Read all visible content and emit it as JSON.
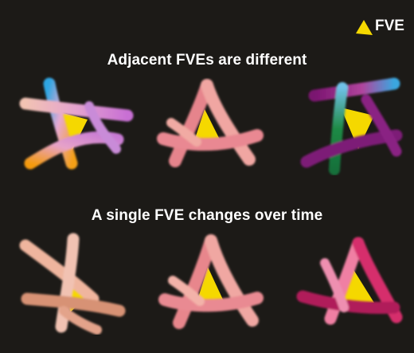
{
  "legend": {
    "label": "FVE",
    "icon": "yellow-triangle-icon",
    "color": "#f5d800"
  },
  "rows": [
    {
      "title": "Adjacent FVEs are different"
    },
    {
      "title": "A single FVE changes over time"
    }
  ],
  "colors": {
    "background": "#1c1a17",
    "fve": "#f5d800",
    "salmon": "#e8808a",
    "peach": "#f0b6a2",
    "blue": "#3aa7e0",
    "orange": "#f3a010",
    "purple": "#80197a",
    "green": "#1f8a45",
    "magenta": "#d6306f"
  }
}
